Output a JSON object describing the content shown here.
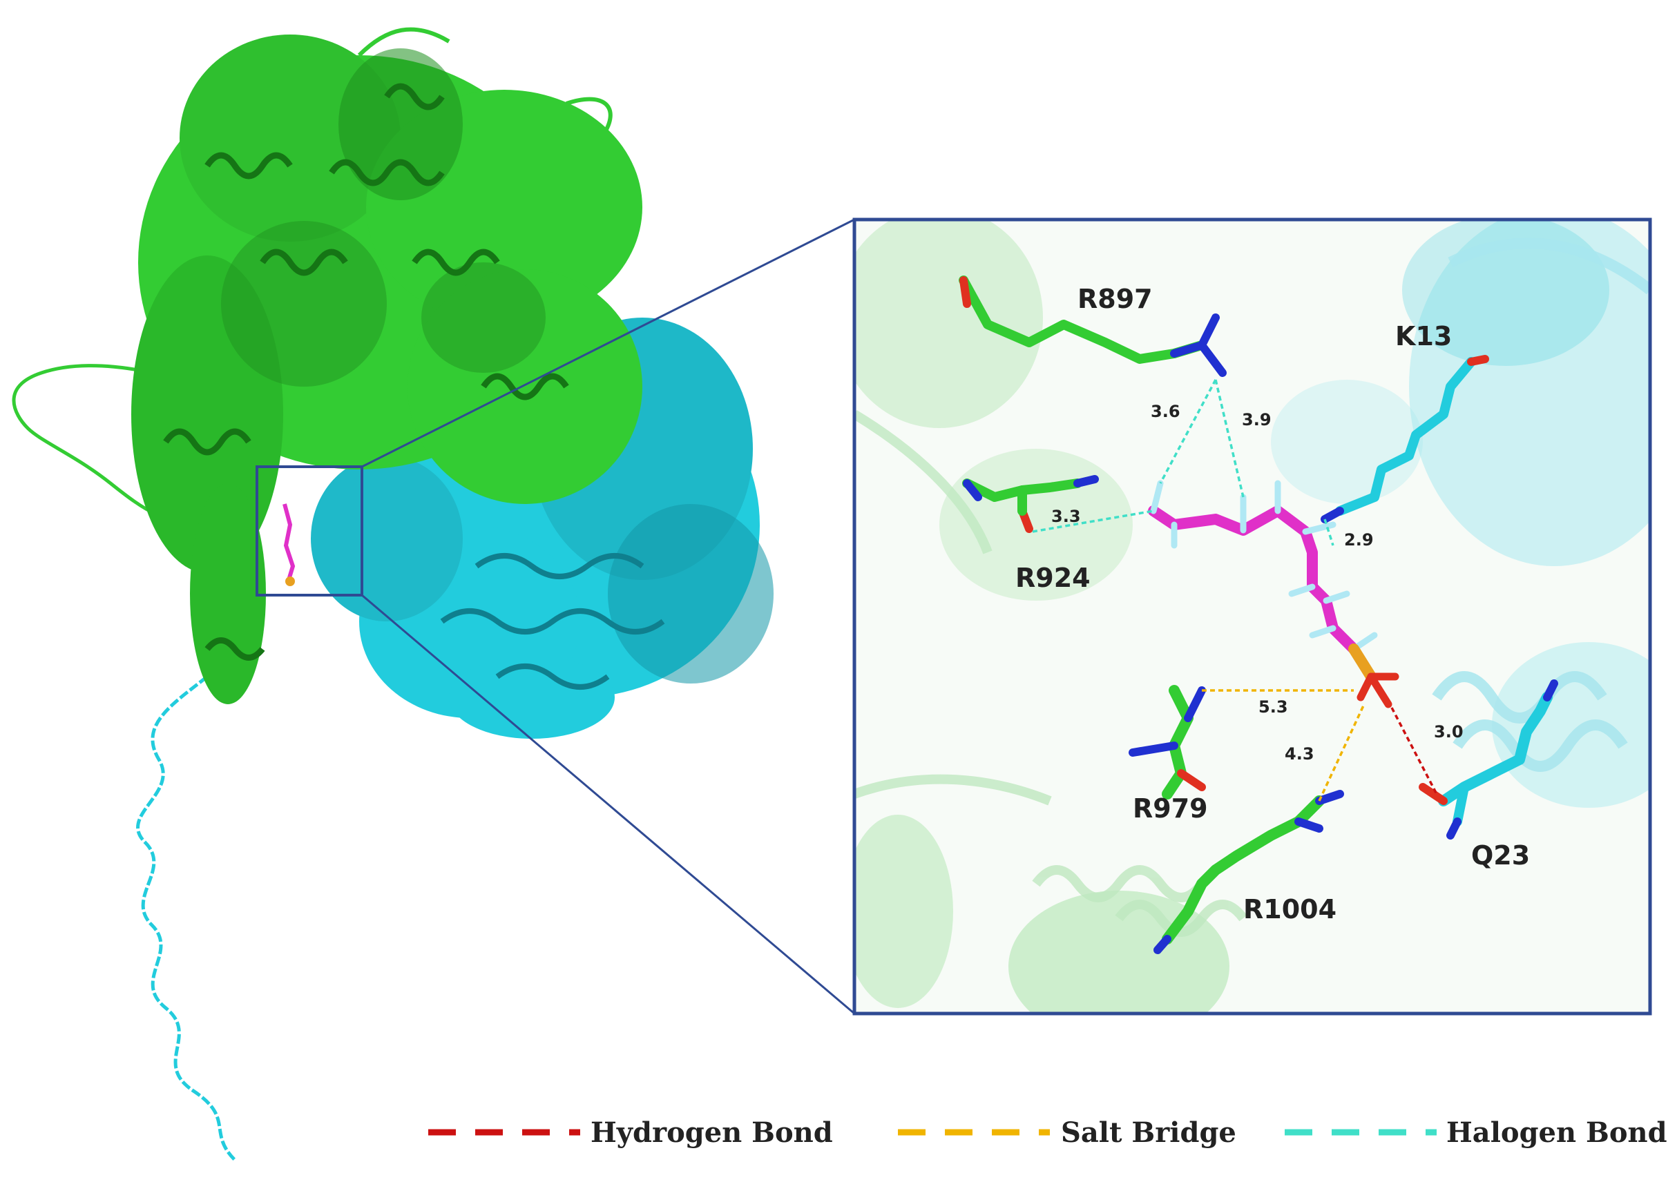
{
  "colors": {
    "chain_a": "#33cc33",
    "chain_a_dark": "#1e8f1e",
    "chain_b": "#22ccdd",
    "chain_b_dark": "#1497a8",
    "ligand": "#e030c8",
    "frame": "#2f4a93",
    "hydrogen_bond": "#cc1111",
    "salt_bridge": "#f0b400",
    "halogen_bond": "#40dfc8"
  },
  "residues": {
    "r897": "R897",
    "k13": "K13",
    "r924": "R924",
    "r979": "R979",
    "r1004": "R1004",
    "q23": "Q23"
  },
  "distances": {
    "d36": "3.6",
    "d39": "3.9",
    "d33": "3.3",
    "d29": "2.9",
    "d53": "5.3",
    "d43": "4.3",
    "d30": "3.0"
  },
  "legend": {
    "hydrogen_bond": "Hydrogen Bond",
    "salt_bridge": "Salt Bridge",
    "halogen_bond": "Halogen Bond"
  }
}
